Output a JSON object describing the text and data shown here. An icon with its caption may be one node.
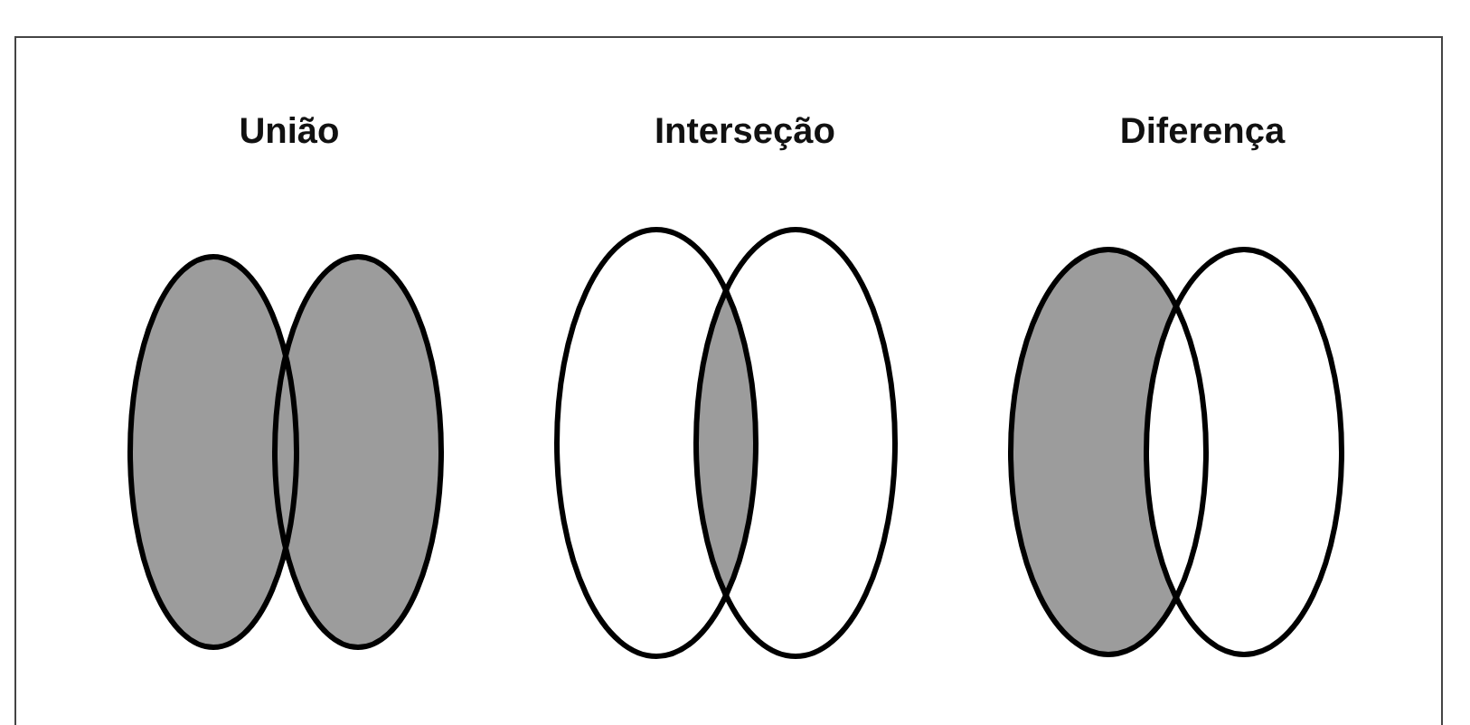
{
  "diagram": {
    "labels": [
      "União",
      "Interseção",
      "Diferença"
    ]
  }
}
